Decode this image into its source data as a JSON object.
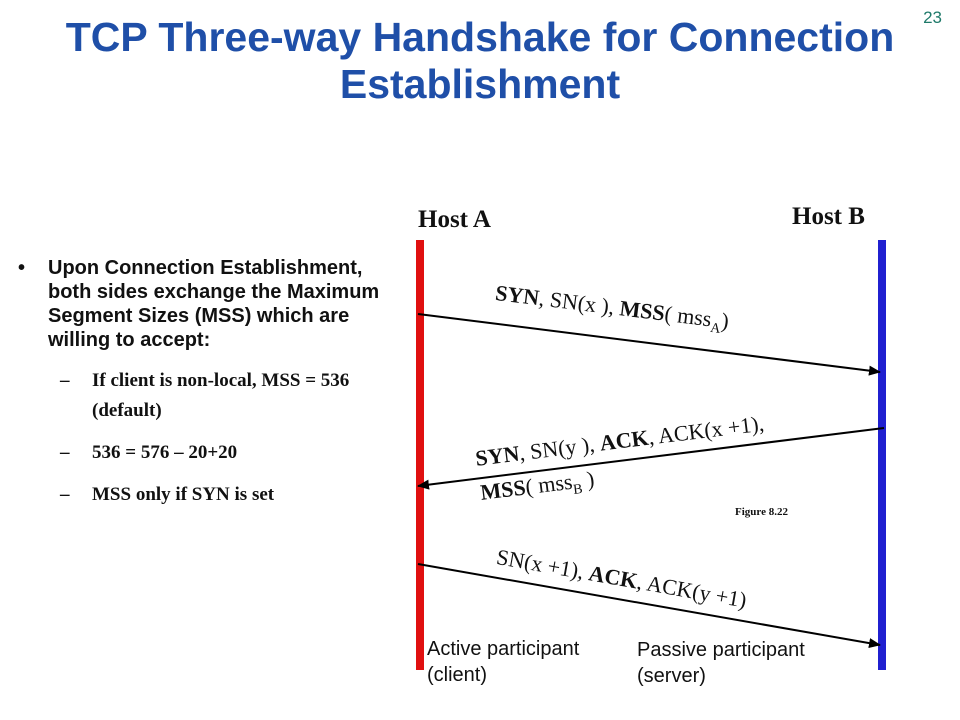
{
  "slide_number": "23",
  "title_line1": "TCP Three-way Handshake for Connection",
  "title_line2": "Establishment",
  "bullet_main": "Upon Connection Establishment, both sides exchange the Maximum Segment Sizes (MSS) which are willing to accept:",
  "sub_bullets": [
    " If client is non-local, MSS = 536 (default)",
    "536 = 576 – 20+20",
    "MSS only if SYN is set"
  ],
  "dash": "–",
  "host_a": "Host A",
  "host_b": "Host B",
  "host_a_color": "#e01010",
  "host_b_color": "#2020d0",
  "active_participant": "Active participant",
  "active_participant_note": "(client)",
  "passive_participant": "Passive participant",
  "passive_participant_note": "(server)",
  "figure_label": "Figure 8.22",
  "messages": {
    "m1": {
      "syn": "SYN",
      "sn": ", SN(x ), ",
      "mss": "MSS",
      "mss_arg": "( mss",
      "mss_sub": "A",
      "close": ")"
    },
    "m2": {
      "syn": "SYN",
      "sn": ", SN(y ), ",
      "ack": "ACK",
      "ack_arg": ", ACK(x +1),",
      "mss": "MSS",
      "mss_arg": "( mss",
      "mss_sub": "B",
      "close": " )"
    },
    "m3": {
      "sn": "SN(x +1), ",
      "ack": "ACK",
      "ack_arg": ", ACK(y +1)"
    }
  }
}
